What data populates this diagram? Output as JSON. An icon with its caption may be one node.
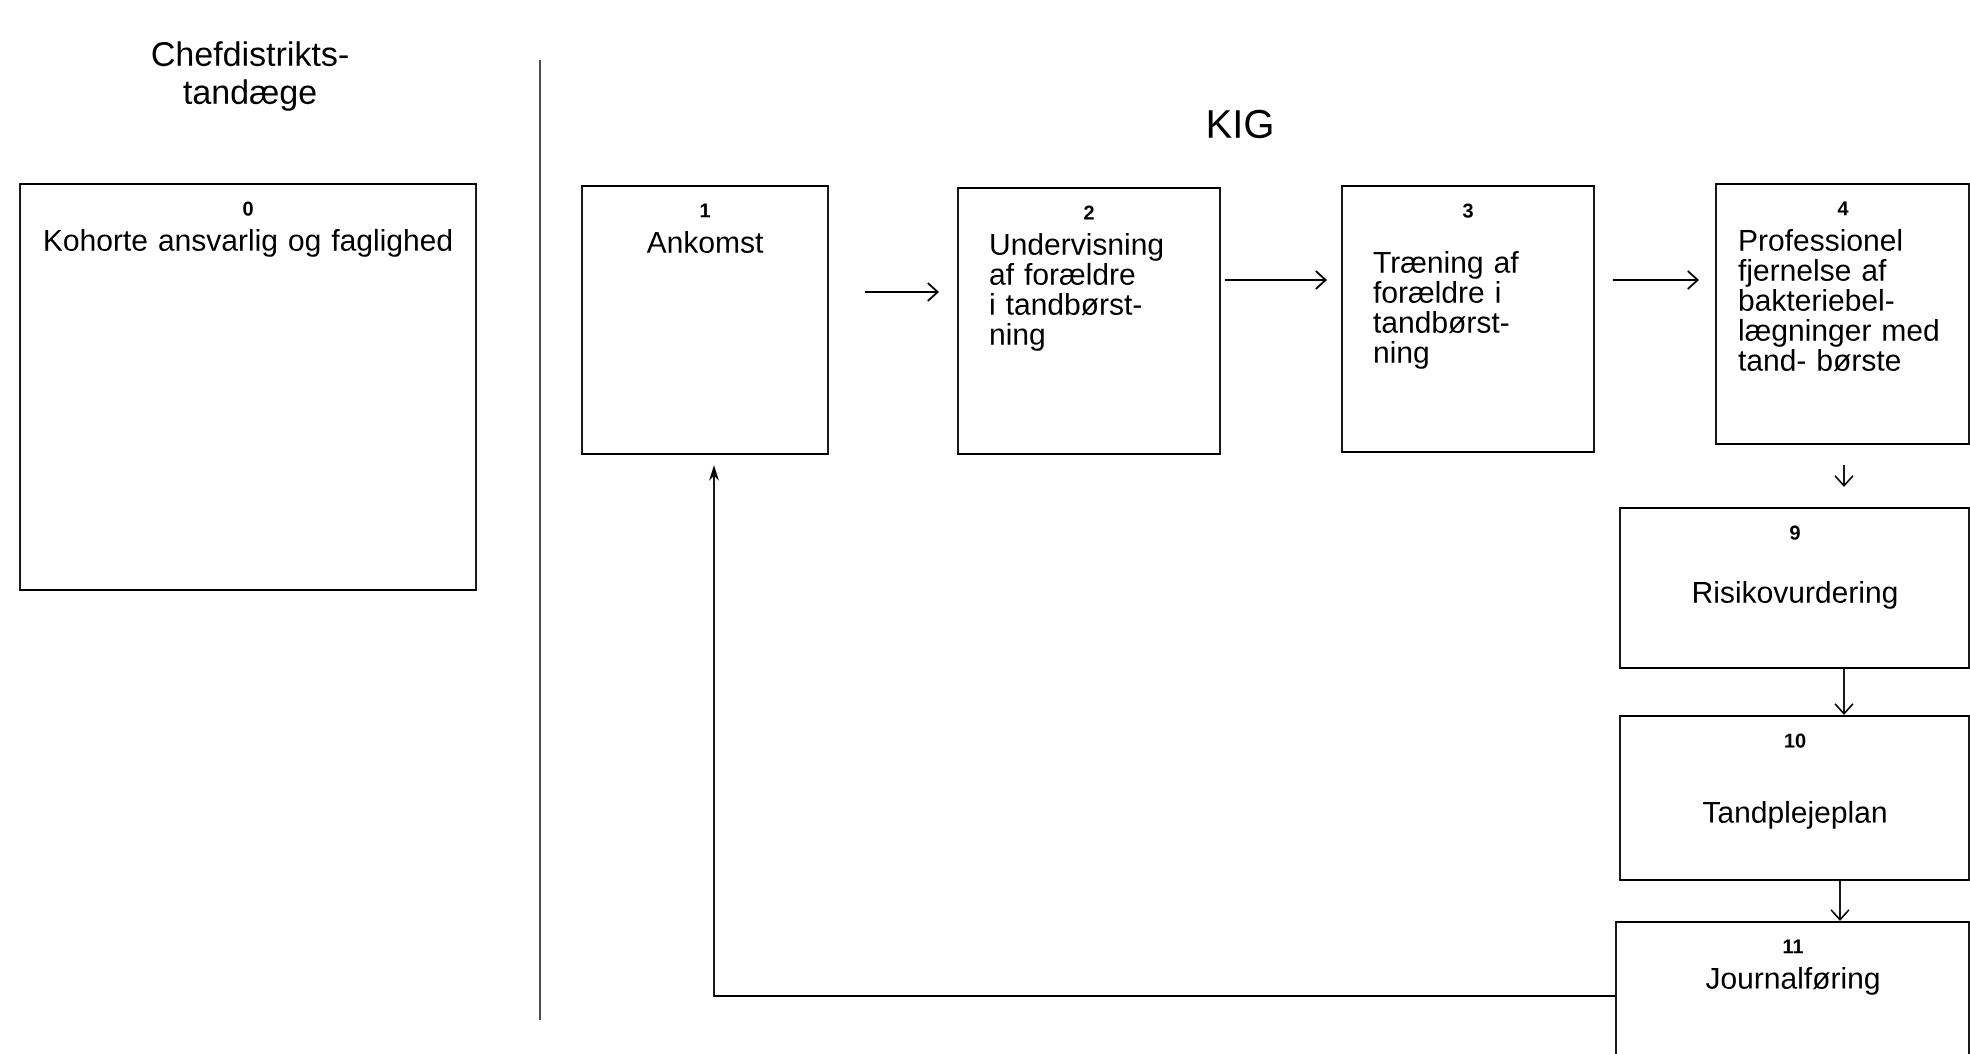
{
  "diagram": {
    "title": "KIG",
    "nodes": [
      {
        "text": [
          "0",
          "Kohorte ansvarlig og faglighed"
        ]
      },
      {
        "text": [
          "1",
          "Ankomst"
        ]
      },
      {
        "text": [
          "2",
          "Undervisning af forældre i tandbørst- ning"
        ]
      },
      {
        "text": [
          "3",
          "Træning af forældre i tandbørst- ning"
        ]
      },
      {
        "text": [
          "4",
          "Professionel fjernelse af bakteriebel- lægninger med tand- børste"
        ]
      },
      {
        "text": [
          "9",
          "Risikovurdering"
        ]
      },
      {
        "text": [
          "10",
          "Tandplejeplan"
        ]
      },
      {
        "text": [
          "11",
          "Journalføring"
        ]
      }
    ],
    "edges": [
      {
        "from": 1,
        "to": 2,
        "arrow": "to"
      },
      {
        "from": 2,
        "to": 3,
        "arrow": "to"
      },
      {
        "from": 3,
        "to": 4,
        "arrow": "to"
      },
      {
        "from": 4,
        "to": 5,
        "arrow": "to"
      },
      {
        "from": 5,
        "to": 6,
        "arrow": "to"
      },
      {
        "from": 6,
        "to": 7,
        "arrow": "to"
      },
      {
        "from": 7,
        "to": 1,
        "arrow": "to"
      }
    ],
    "labels": [
      "Chefdistrikts- tandæge"
    ]
  }
}
